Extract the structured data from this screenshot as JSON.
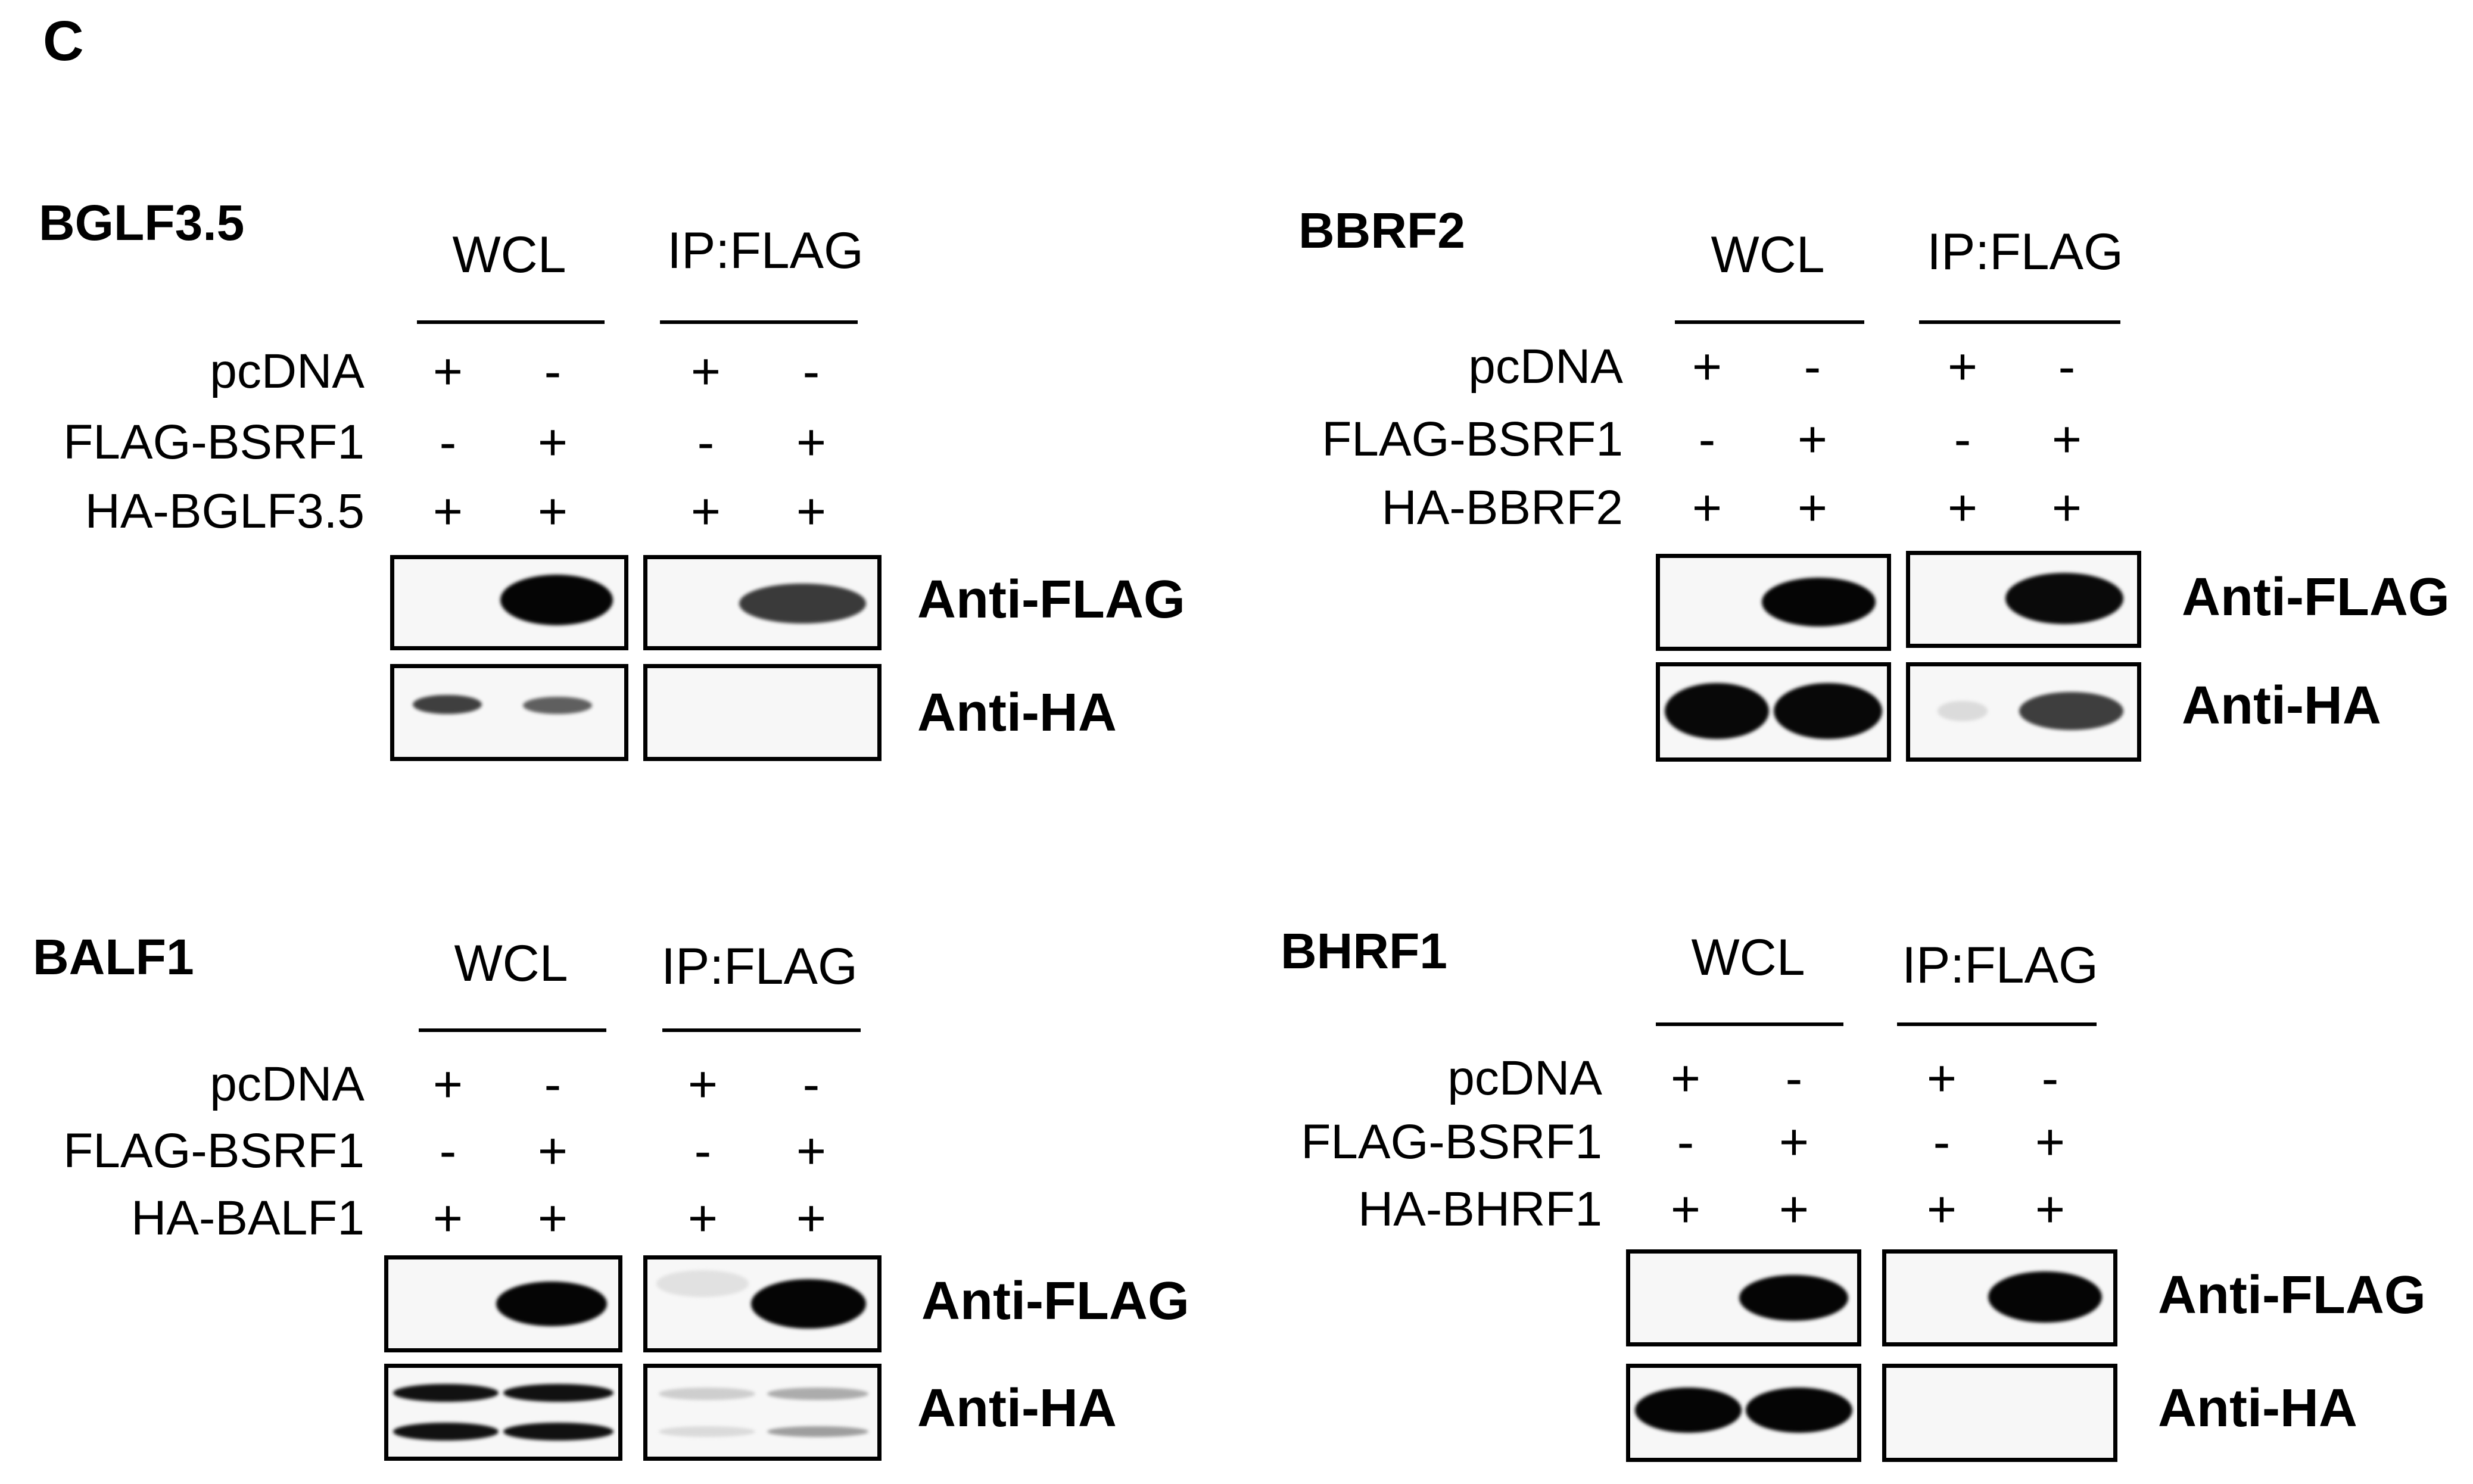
{
  "figure_label": "C",
  "row_labels": [
    "pcDNA",
    "FLAG-BSRF1"
  ],
  "group_labels": [
    "WCL",
    "IP:FLAG"
  ],
  "antibody_labels": [
    "Anti-FLAG",
    "Anti-HA"
  ],
  "panels": [
    {
      "gene": "BGLF3.5",
      "ha_label": "HA-BGLF3.5",
      "pcdna": [
        "+",
        "-",
        "+",
        "-"
      ],
      "flag_bsrf1": [
        "-",
        "+",
        "-",
        "+"
      ],
      "ha": [
        "+",
        "+",
        "+",
        "+"
      ]
    },
    {
      "gene": "BBRF2",
      "ha_label": "HA-BBRF2",
      "pcdna": [
        "+",
        "-",
        "+",
        "-"
      ],
      "flag_bsrf1": [
        "-",
        "+",
        "-",
        "+"
      ],
      "ha": [
        "+",
        "+",
        "+",
        "+"
      ]
    },
    {
      "gene": "BALF1",
      "ha_label": "HA-BALF1",
      "pcdna": [
        "+",
        "-",
        "+",
        "-"
      ],
      "flag_bsrf1": [
        "-",
        "+",
        "-",
        "+"
      ],
      "ha": [
        "+",
        "+",
        "+",
        "+"
      ]
    },
    {
      "gene": "BHRF1",
      "ha_label": "HA-BHRF1",
      "pcdna": [
        "+",
        "-",
        "+",
        "-"
      ],
      "flag_bsrf1": [
        "-",
        "+",
        "-",
        "+"
      ],
      "ha": [
        "+",
        "+",
        "+",
        "+"
      ]
    }
  ]
}
